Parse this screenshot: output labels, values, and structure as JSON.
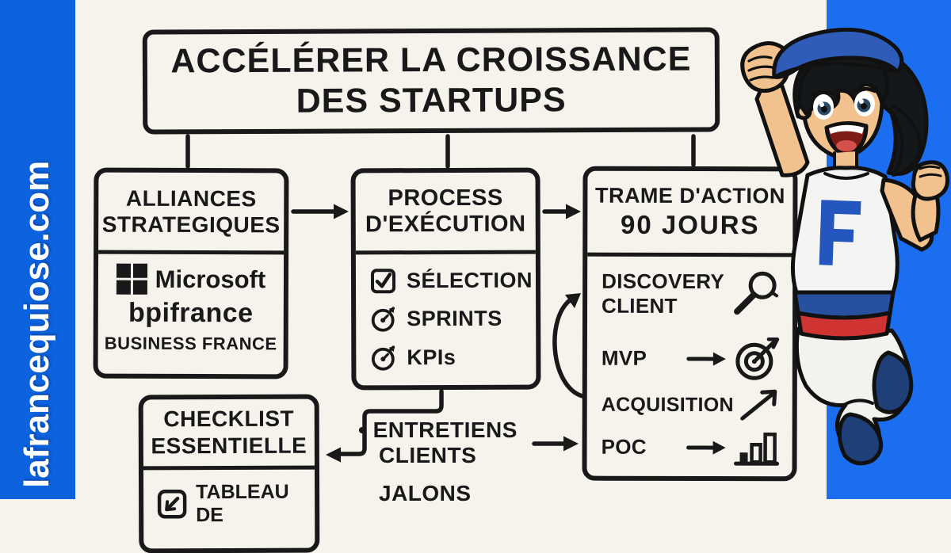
{
  "watermark": "lafrancequiose.com",
  "title": {
    "line1": "ACCÉLÉRER LA CROISSANCE",
    "line2": "DES STARTUPS"
  },
  "boxes": {
    "alliances": {
      "header": [
        "ALLIANCES",
        "STRATEGIQUES"
      ],
      "partners": {
        "microsoft": "Microsoft",
        "bpifrance": "bpifrance",
        "business_france": "BUSINESS FRANCE"
      }
    },
    "process": {
      "header": [
        "PROCESS",
        "D'EXÉCUTION"
      ],
      "items": [
        {
          "icon": "checkbox-icon",
          "label": "SÉLECTION"
        },
        {
          "icon": "stopwatch-icon",
          "label": "SPRINTS"
        },
        {
          "icon": "stopwatch-icon",
          "label": "KPIs"
        }
      ]
    },
    "trame": {
      "header": [
        "TRAME D'ACTION",
        "90 JOURS"
      ],
      "items": [
        {
          "icon": "magnifier-icon",
          "line1": "DISCOVERY",
          "line2": "CLIENT"
        },
        {
          "icon": "target-icon",
          "label": "MVP"
        },
        {
          "icon": "trend-up-icon",
          "label": "ACQUISITION"
        },
        {
          "icon": "bar-chart-icon",
          "label": "POC"
        }
      ]
    },
    "checklist": {
      "header": [
        "CHECKLIST",
        "ESSENTIELLE"
      ],
      "items": [
        {
          "icon": "dashboard-icon",
          "label": "TABLEAU DE"
        }
      ]
    }
  },
  "notes": {
    "bullet": "•",
    "line1": "ENTRETIENS",
    "line2": "CLIENTS",
    "line3_partial": "JALONS"
  },
  "colors": {
    "band_left": "#0d63de",
    "band_right": "#1b6ef0",
    "paper": "#f6f3ec",
    "ink": "#191919",
    "accent_blue": "#2456bd",
    "accent_red": "#cf3433"
  }
}
